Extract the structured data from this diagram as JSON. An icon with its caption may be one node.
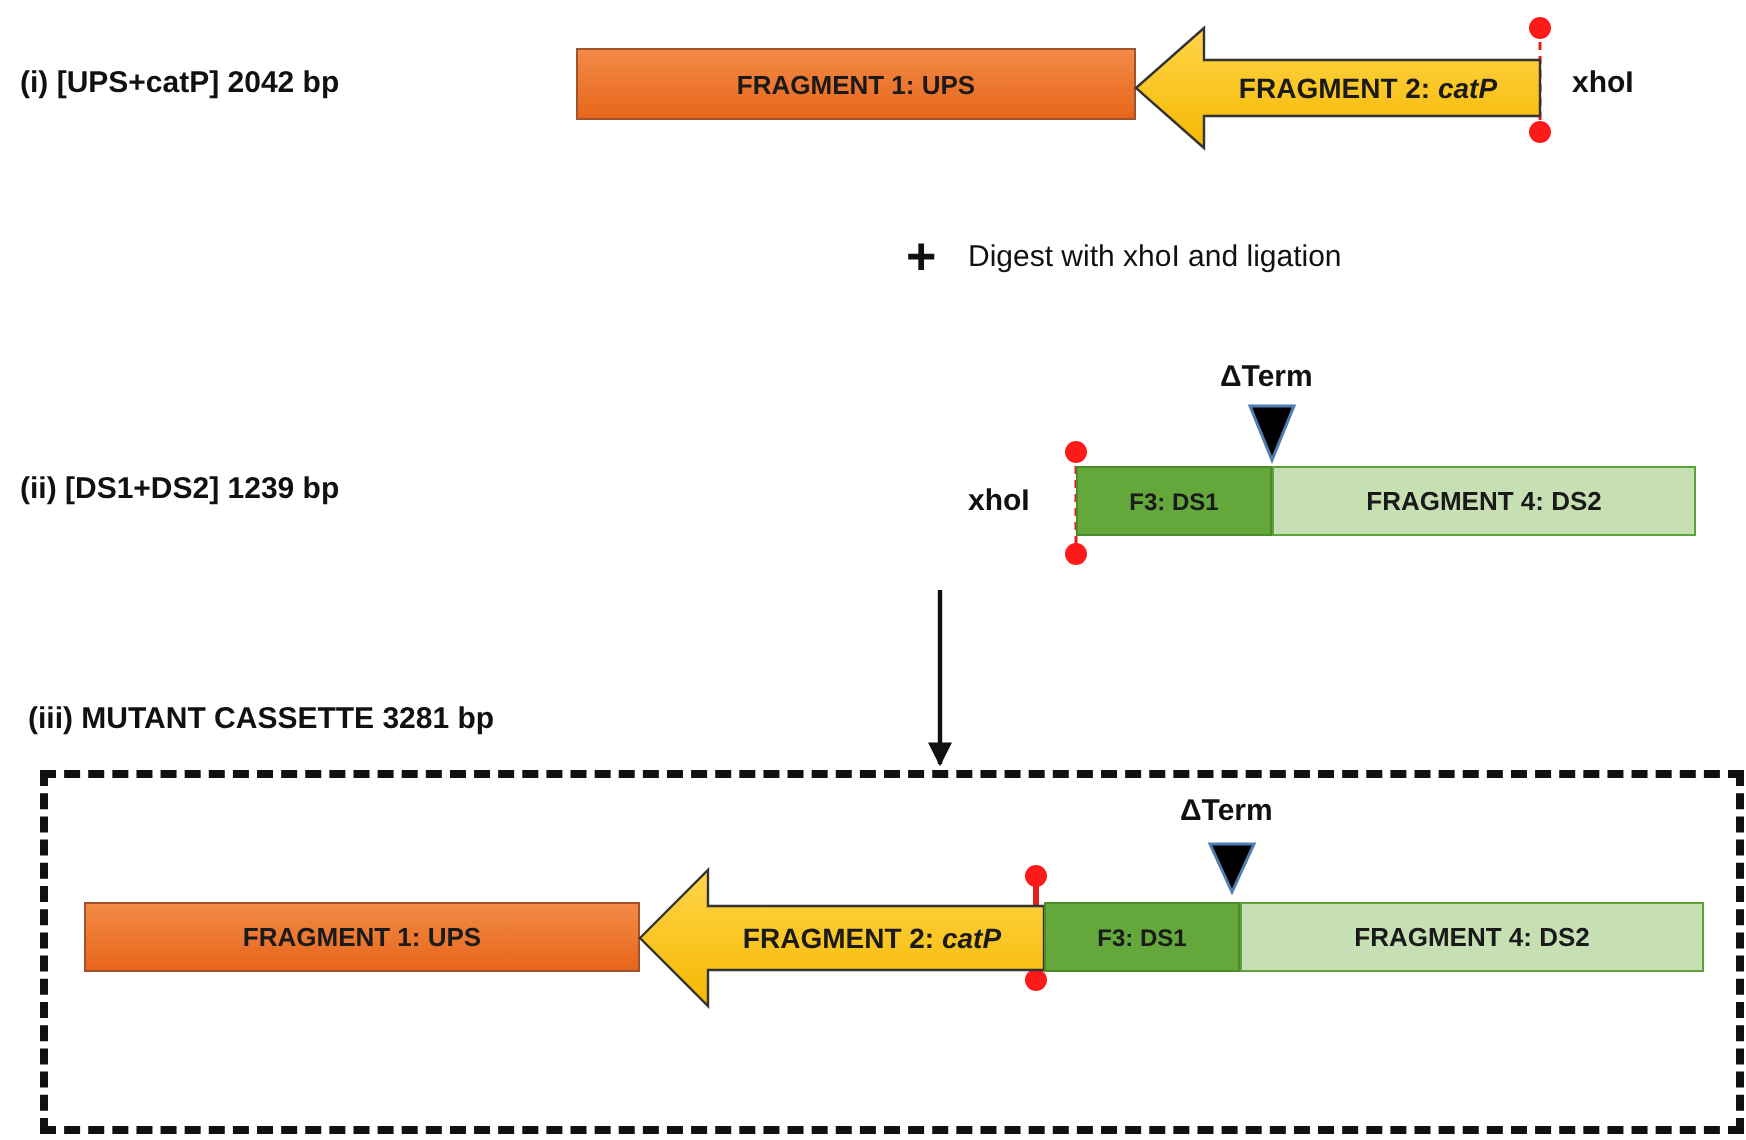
{
  "diagram": {
    "nodes": [
      {
        "text": [
          "FRAGMENT 1: UPS"
        ]
      },
      {
        "text": [
          "FRAGMENT 2: *catP*"
        ]
      },
      {
        "text": [
          "F3: DS1"
        ]
      },
      {
        "text": [
          "FRAGMENT 4: DS2"
        ]
      },
      {
        "text": [
          "(iii) MUTANT CASSETTE 3281 bp"
        ]
      },
      {
        "text": [
          "FRAGMENT 1: UPS"
        ],
        "in": 4
      },
      {
        "text": [
          "FRAGMENT 2: *catP*"
        ],
        "in": 4
      },
      {
        "text": [
          "F3: DS1"
        ],
        "in": 4
      },
      {
        "text": [
          "FRAGMENT 4: DS2"
        ],
        "in": 4
      }
    ],
    "edges": [
      {
        "from": null,
        "to": 4,
        "arrow": "to"
      }
    ],
    "labels": [
      "(i) [UPS+catP] 2042 bp",
      "xhoI",
      "+",
      "Digest with xhoI and ligation",
      "ΔTerm",
      "(ii) [DS1+DS2] 1239 bp",
      "xhoI",
      "ΔTerm"
    ]
  }
}
